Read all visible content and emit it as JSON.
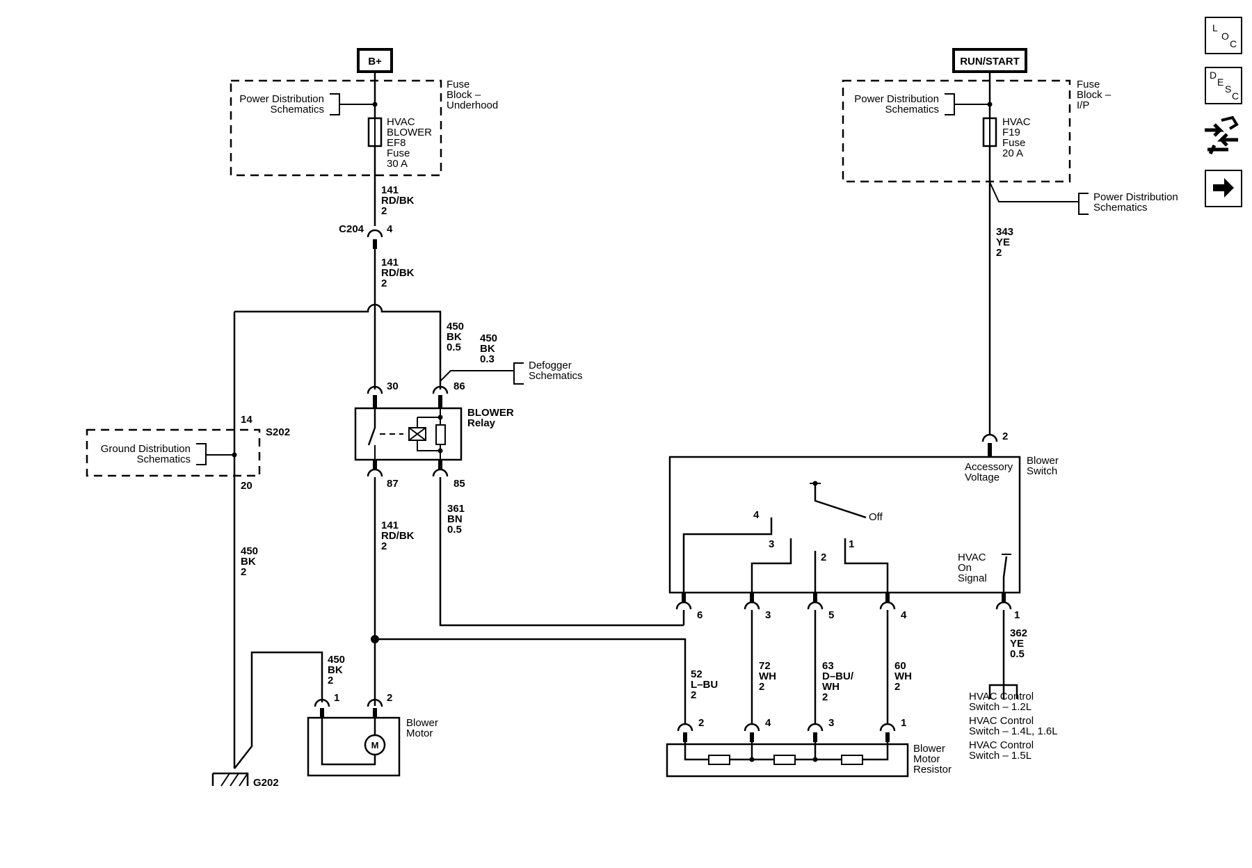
{
  "supplies": {
    "bplus": "B+",
    "runstart": "RUN/START"
  },
  "left_fuse_block": {
    "ref_line1": "Power Distribution",
    "ref_line2": "Schematics",
    "name_line1": "Fuse",
    "name_line2": "Block –",
    "name_line3": "Underhood",
    "fuse_line1": "HVAC",
    "fuse_line2": "BLOWER",
    "fuse_line3": "EF8",
    "fuse_line4": "Fuse",
    "fuse_line5": "30 A"
  },
  "right_fuse_block": {
    "ref_line1": "Power Distribution",
    "ref_line2": "Schematics",
    "name_line1": "Fuse",
    "name_line2": "Block –",
    "name_line3": "I/P",
    "fuse_line1": "HVAC",
    "fuse_line2": "F19",
    "fuse_line3": "Fuse",
    "fuse_line4": "20 A",
    "pd_ref_line1": "Power Distribution",
    "pd_ref_line2": "Schematics"
  },
  "wires": {
    "w1": [
      "141",
      "RD/BK",
      "2"
    ],
    "w2": [
      "141",
      "RD/BK",
      "2"
    ],
    "w3": [
      "450",
      "BK",
      "0.5"
    ],
    "w4": [
      "450",
      "BK",
      "0.3"
    ],
    "w5": [
      "141",
      "RD/BK",
      "2"
    ],
    "w6": [
      "361",
      "BN",
      "0.5"
    ],
    "w7": [
      "450",
      "BK",
      "2"
    ],
    "w8": [
      "450",
      "BK",
      "2"
    ],
    "w9": [
      "343",
      "YE",
      "2"
    ],
    "w10": [
      "52",
      "L–BU",
      "2"
    ],
    "w11": [
      "72",
      "WH",
      "2"
    ],
    "w12": [
      "63",
      "D–BU/",
      "WH",
      "2"
    ],
    "w13": [
      "60",
      "WH",
      "2"
    ],
    "w14": [
      "362",
      "YE",
      "0.5"
    ]
  },
  "connectors": {
    "c204": "C204",
    "c204_pin": "4",
    "relay_pin30": "30",
    "relay_pin86": "86",
    "relay_pin87": "87",
    "relay_pin85": "85",
    "s202": "S202",
    "s202_top": "14",
    "s202_bottom": "20",
    "motor_pin1": "1",
    "motor_pin2": "2",
    "switch_in_pin": "2",
    "switch_pin6": "6",
    "switch_pin3": "3",
    "switch_pin5": "5",
    "switch_pin4": "4",
    "switch_pin1": "1",
    "res_pin2": "2",
    "res_pin4": "4",
    "res_pin3": "3",
    "res_pin1": "1",
    "pos4": "4",
    "pos3": "3",
    "pos2": "2",
    "pos1": "1",
    "g202": "G202"
  },
  "components": {
    "defogger_line1": "Defogger",
    "defogger_line2": "Schematics",
    "relay_line1": "BLOWER",
    "relay_line2": "Relay",
    "ground_line1": "Ground Distribution",
    "ground_line2": "Schematics",
    "motor_line1": "Blower",
    "motor_line2": "Motor",
    "motor_symbol": "M",
    "switch_line1": "Blower",
    "switch_line2": "Switch",
    "acc_line1": "Accessory",
    "acc_line2": "Voltage",
    "off_label": "Off",
    "hvac_on_line1": "HVAC",
    "hvac_on_line2": "On",
    "hvac_on_line3": "Signal",
    "resistor_line1": "Blower",
    "resistor_line2": "Motor",
    "resistor_line3": "Resistor",
    "ctrl1_line1": "HVAC Control",
    "ctrl1_line2": "Switch – 1.2L",
    "ctrl2_line1": "HVAC Control",
    "ctrl2_line2": "Switch – 1.4L, 1.6L",
    "ctrl3_line1": "HVAC Control",
    "ctrl3_line2": "Switch – 1.5L"
  },
  "nav_icons": {
    "loc": [
      "L",
      "O",
      "C"
    ],
    "desc": [
      "D",
      "E",
      "S",
      "C"
    ],
    "icons": [
      "loc-icon",
      "desc-icon",
      "connector-tools-icon",
      "next-arrow-icon"
    ]
  }
}
